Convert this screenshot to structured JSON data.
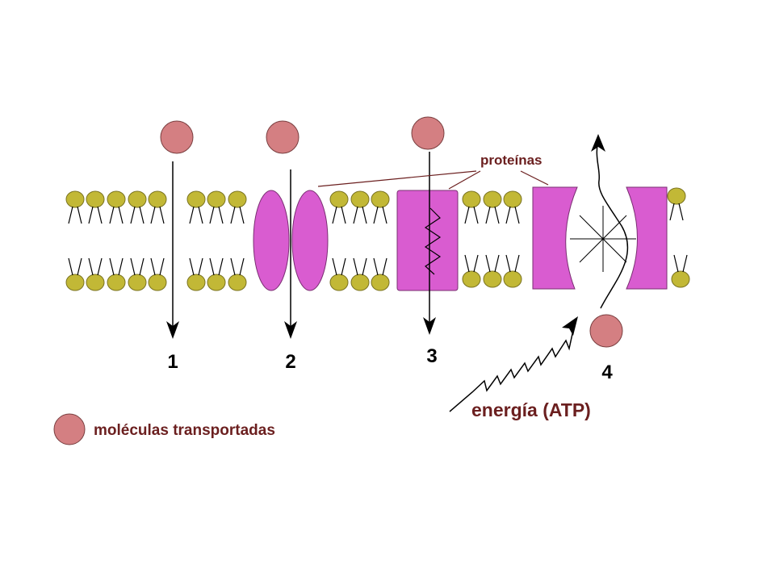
{
  "labels": {
    "proteins": "proteínas",
    "energy": "energía (ATP)",
    "legend": "moléculas transportadas"
  },
  "mechanisms": [
    "1",
    "2",
    "3",
    "4"
  ],
  "colors": {
    "molecule": "#d47f82",
    "lipid_head": "#c2b836",
    "protein": "#d95cd0",
    "dark_label": "#6b1f1f",
    "line": "#000000"
  }
}
